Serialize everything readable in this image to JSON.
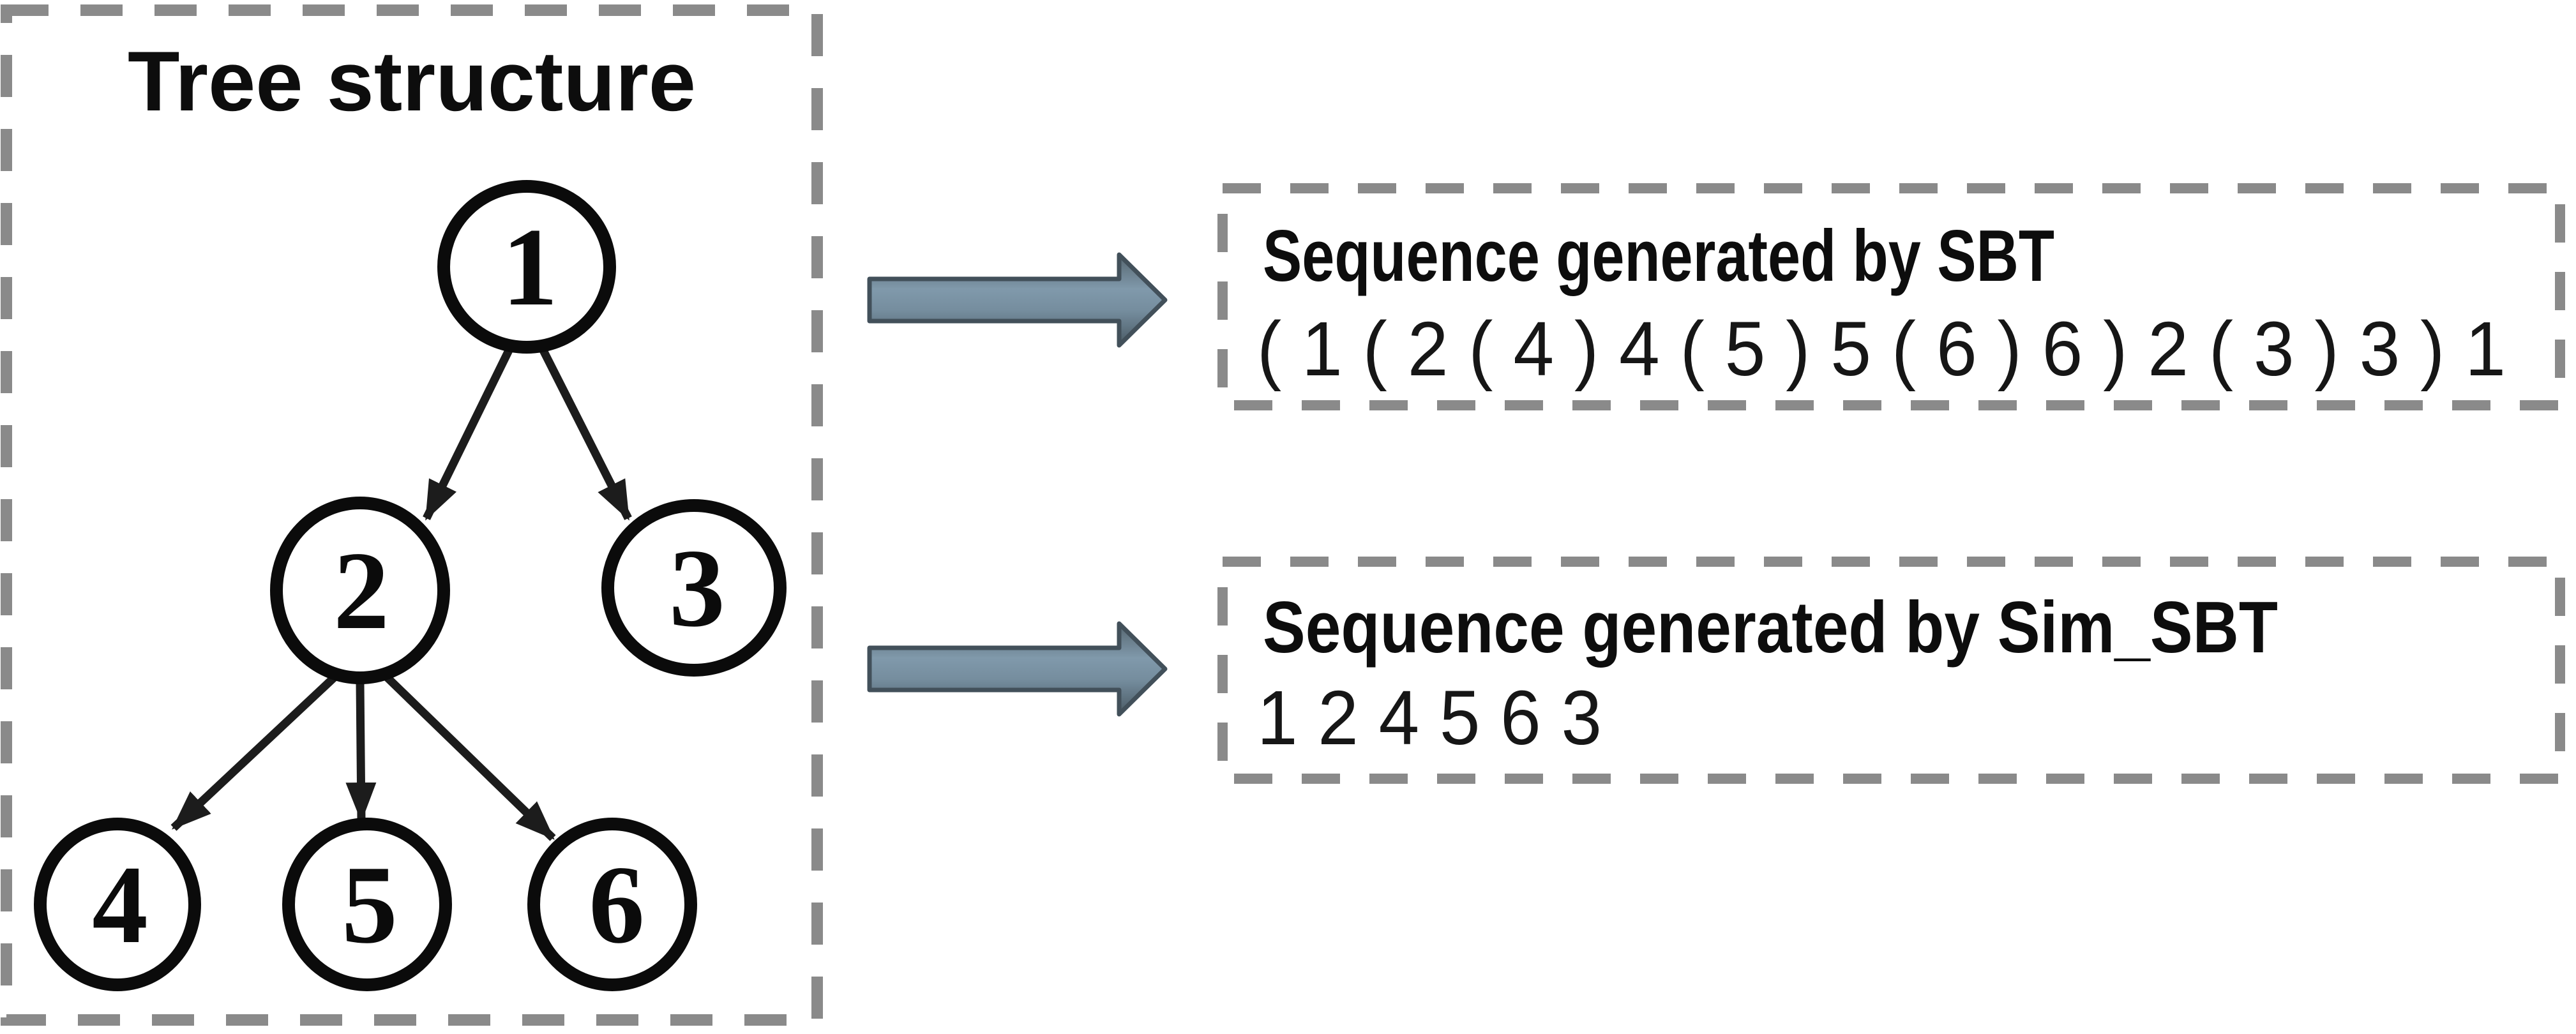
{
  "panel": {
    "title": "Tree structure"
  },
  "tree": {
    "nodes": [
      {
        "id": 1,
        "label": "1"
      },
      {
        "id": 2,
        "label": "2"
      },
      {
        "id": 3,
        "label": "3"
      },
      {
        "id": 4,
        "label": "4"
      },
      {
        "id": 5,
        "label": "5"
      },
      {
        "id": 6,
        "label": "6"
      }
    ],
    "edges": [
      {
        "from": 1,
        "to": 2
      },
      {
        "from": 1,
        "to": 3
      },
      {
        "from": 2,
        "to": 4
      },
      {
        "from": 2,
        "to": 5
      },
      {
        "from": 2,
        "to": 6
      }
    ]
  },
  "outputs": [
    {
      "title": "Sequence generated by SBT",
      "sequence": "( 1 ( 2 ( 4 ) 4 ( 5 ) 5 ( 6 ) 6 ) 2 ( 3 ) 3 ) 1"
    },
    {
      "title": "Sequence generated by Sim_SBT",
      "sequence": "1 2 4 5 6 3"
    }
  ],
  "icons": [
    {
      "name": "flow-arrow-sbt-icon",
      "glyph": "block-arrow-right"
    },
    {
      "name": "flow-arrow-sim-sbt-icon",
      "glyph": "block-arrow-right"
    }
  ],
  "colors": {
    "background": "#ffffff",
    "ink": "#0b0b0b",
    "dashed_border": "#8a8a8a",
    "arrow_fill_light": "#8099ab",
    "arrow_fill_dark": "#4a5a64",
    "arrow_outline": "#42505a"
  }
}
